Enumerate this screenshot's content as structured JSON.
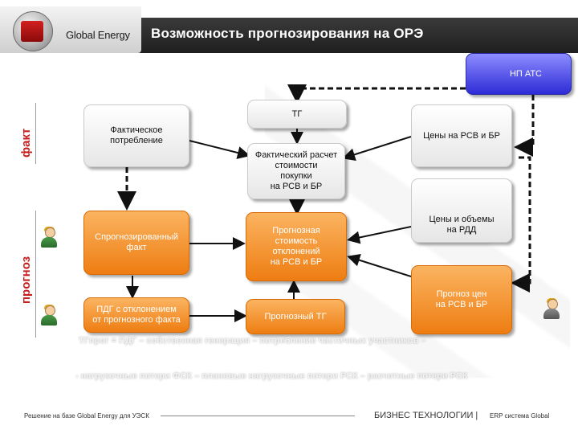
{
  "header": {
    "brand_name": "Global Energy",
    "title": "Возможность прогнозирования на ОРЭ"
  },
  "side_labels": {
    "fact": "факт",
    "forecast": "прогноз"
  },
  "nodes": {
    "np_ats": "НП АТС",
    "tg": "ТГ",
    "actual_consumption": "Фактическое\nпотребление",
    "prices_rsv_br": "Цены на РСВ и БР",
    "actual_cost_calc": "Фактический расчет\nстоимости\nпокупки\nна РСВ и БР",
    "prices_volumes_rdd": "Цены и объемы\nна РДД",
    "forecast_fact": "Спрогнозированный\nфакт",
    "forecast_deviation_cost": "Прогнозная\nстоимость\nотклонений\nна РСВ и БР",
    "pdg_deviation": "ПДГ с отклонением\nот прогнозного факта",
    "forecast_tg": "Прогнозный ТГ",
    "forecast_prices": "Прогноз цен\nна РСВ и БР"
  },
  "formula": {
    "line_1": "ТГпрог = ПДГ – собственная генерация – потребление частичных участников –",
    "line_2": "- нагрузочные потери ФСК – плановые нагрузочные потери РСК – расчетные потери РСК"
  },
  "footer": {
    "left": "Решение на базе Global Energy для УЭСК",
    "right": "БИЗНЕС ТЕХНОЛОГИИ |",
    "right_small": "ERP система Global"
  },
  "colors": {
    "header_bg": "#2b2b2b",
    "accent_red": "#c81e1e",
    "box_orange": "#ee7d12",
    "box_blue": "#2d2bd6"
  }
}
